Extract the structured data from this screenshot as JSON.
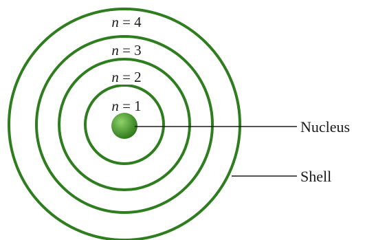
{
  "diagram": {
    "shells": [
      {
        "variable": "n",
        "equals": " = ",
        "number": "1"
      },
      {
        "variable": "n",
        "equals": " = ",
        "number": "2"
      },
      {
        "variable": "n",
        "equals": " = ",
        "number": "3"
      },
      {
        "variable": "n",
        "equals": " = ",
        "number": "4"
      }
    ],
    "callouts": {
      "nucleus": "Nucleus",
      "shell": "Shell"
    },
    "colors": {
      "ring": "#2e7d1e",
      "nucleus_light": "#8ed36a",
      "nucleus_dark": "#2f7a1c",
      "leader_line": "#1a1a1a"
    }
  }
}
